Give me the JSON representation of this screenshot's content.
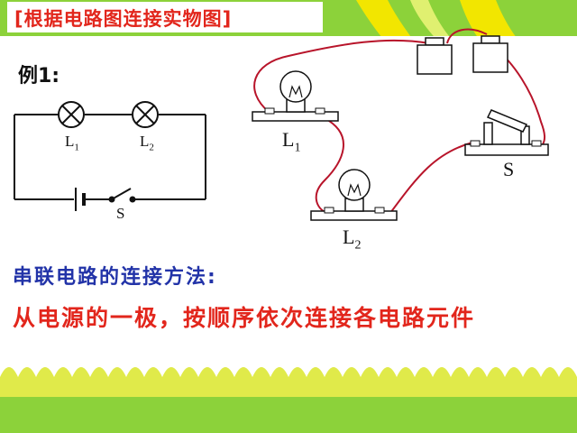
{
  "title": "[根据电路图连接实物图]",
  "example_label": "例1:",
  "schematic": {
    "lamp1_label": "L",
    "lamp1_sub": "1",
    "lamp2_label": "L",
    "lamp2_sub": "2",
    "switch_label": "S"
  },
  "physical": {
    "lamp1_label": "L",
    "lamp1_sub": "1",
    "lamp2_label": "L",
    "lamp2_sub": "2",
    "switch_label": "S"
  },
  "series_heading": "串联电路的连接方法:",
  "series_method": "从电源的一极，按顺序依次连接各电路元件",
  "colors": {
    "background": "#8cd23a",
    "panel": "#ffffff",
    "title_red": "#e2261c",
    "heading_blue": "#2233a8",
    "wire_red": "#b8142a",
    "accent_yellow": "#f2e600"
  }
}
